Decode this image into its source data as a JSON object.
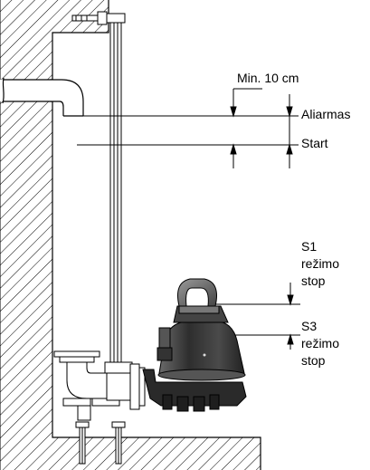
{
  "labels": {
    "min_clearance": "Min. 10 cm",
    "alarm_level": "Aliarmas",
    "start_level": "Start",
    "s1_line1": "S1",
    "s1_line2": "režimo",
    "s1_line3": "stop",
    "s3_line1": "S3",
    "s3_line2": "režimo",
    "s3_line3": "stop"
  },
  "colors": {
    "line": "#000000",
    "pump_body": "#3a3a3a",
    "pump_dark": "#1e1e1e",
    "pump_light": "#8a8a8a",
    "background": "#ffffff"
  }
}
